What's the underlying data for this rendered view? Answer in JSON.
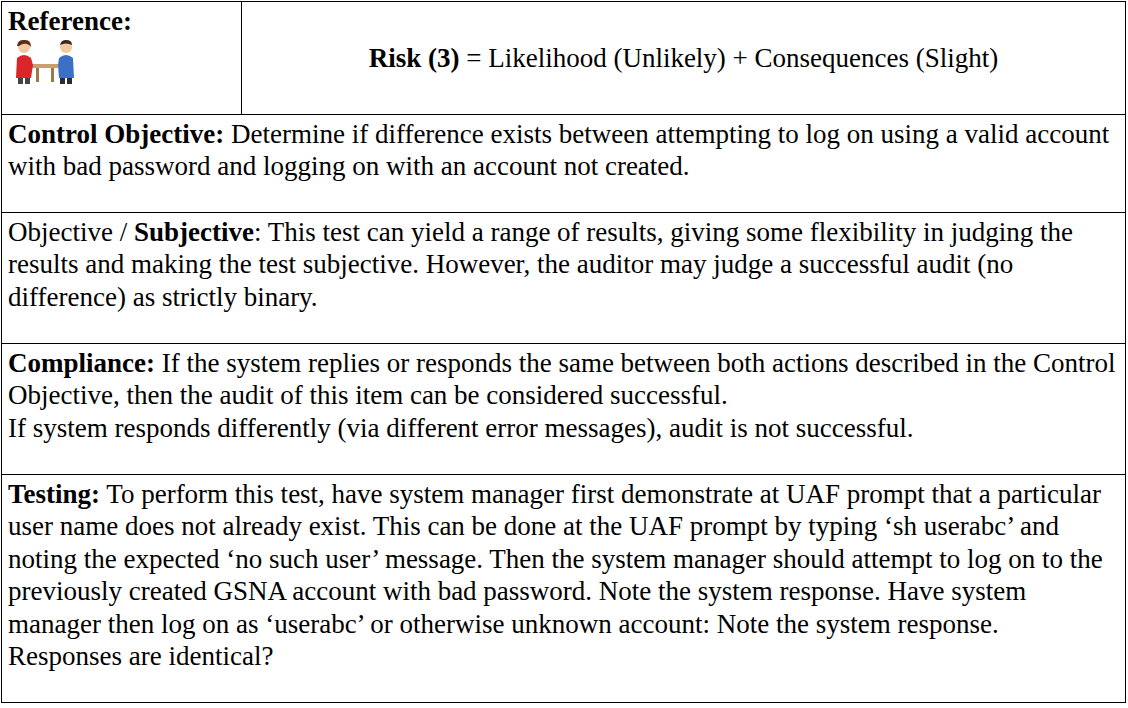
{
  "diagram": {
    "nodes": [
      {
        "text": [
          "Reference:"
        ]
      },
      {
        "text": [
          "Risk (3)",
          "= Likelihood (Unlikely) + Consequences (Slight)"
        ]
      },
      {
        "text": [
          "Control Objective:",
          "Determine if difference exists between attempting to log on using a valid account with bad password and logging on with an account not created."
        ]
      },
      {
        "text": [
          "Objective /",
          "Subjective",
          ": This test can yield a range of results, giving some flexibility in judging the results and making the test subjective.  However, the auditor may judge a successful audit (no difference) as strictly binary."
        ]
      },
      {
        "text": [
          "Compliance:",
          "If the system replies or responds the same between both actions described in the Control Objective, then the audit of this item can be considered successful.",
          "If system responds differently (via different error messages), audit is not successful."
        ]
      },
      {
        "text": [
          "Testing:",
          "To perform this test, have system manager first demonstrate at UAF prompt that a particular user name does not already exist.  This can be done at the UAF prompt by typing ‘sh userabc’ and noting the expected ‘no such user’ message.  Then the system manager should attempt to log on to the previously created GSNA account with bad password.  Note the system response.  Have system manager then log on as ‘userabc’ or otherwise unknown account: Note the system response.  Responses are identical?"
        ]
      }
    ]
  }
}
